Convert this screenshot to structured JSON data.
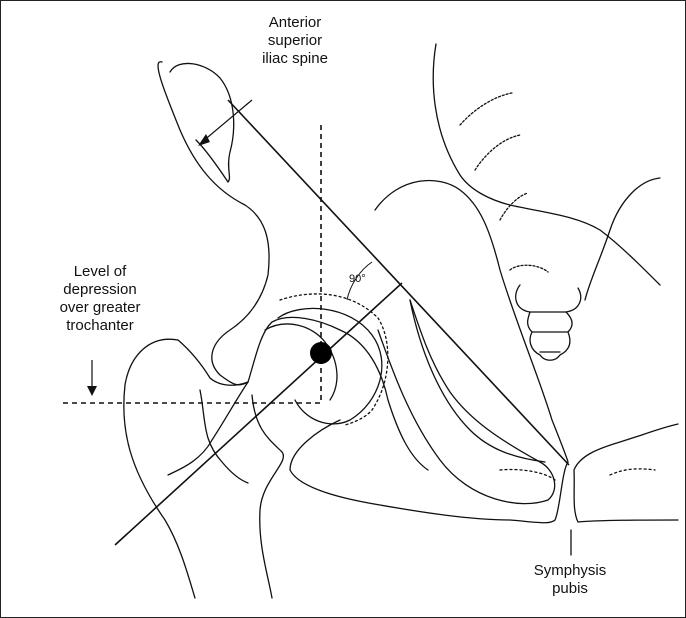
{
  "labels": {
    "asis": [
      "Anterior",
      "superior",
      "iliac spine"
    ],
    "level": [
      "Level of",
      "depression",
      "over greater",
      "trochanter"
    ],
    "symphysis": [
      "Symphysis",
      "pubis"
    ],
    "angle": "90°"
  }
}
